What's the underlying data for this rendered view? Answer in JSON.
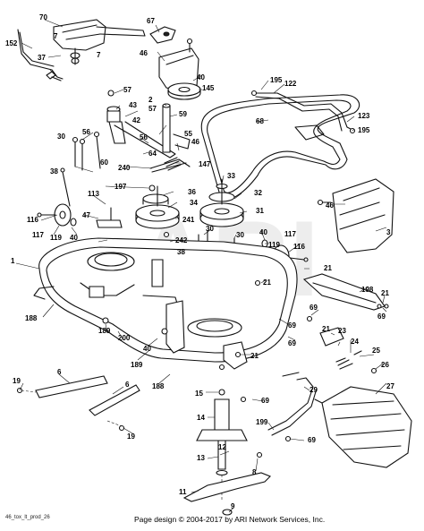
{
  "watermark": "ARI",
  "footer": {
    "code": "46_tox_lt_prod_26",
    "credit": "Page design © 2004-2017 by ARI Network Services, Inc."
  },
  "callouts": {
    "c70": "70",
    "c67": "67",
    "c152": "152",
    "c7a": "7",
    "c7b": "7",
    "c37": "37",
    "c46a": "46",
    "c40a": "40",
    "c145": "145",
    "c57a": "57",
    "c43": "43",
    "c2": "2",
    "c57b": "57",
    "c59": "59",
    "c42": "42",
    "c56a": "56",
    "c56b": "56",
    "c55": "55",
    "c46b": "46",
    "c30a": "30",
    "c60": "60",
    "c64": "64",
    "c147": "147",
    "c240": "240",
    "c38": "38",
    "c197": "197",
    "c195a": "195",
    "c122": "122",
    "c68": "68",
    "c123": "123",
    "c195b": "195",
    "c33": "33",
    "c36": "36",
    "c32": "32",
    "c34": "34",
    "c31": "31",
    "c241": "241",
    "c113": "113",
    "c116a": "116",
    "c47": "47",
    "c117a": "117",
    "c119a": "119",
    "c40b": "40",
    "c242": "242",
    "c30b": "30",
    "c30c": "30",
    "c38b": "38",
    "c40c": "40",
    "c119b": "119",
    "c117b": "117",
    "c116b": "116",
    "c46c": "46",
    "c3": "3",
    "c1": "1",
    "c21a": "21",
    "c21b": "21",
    "c21c": "21",
    "c21d": "21",
    "c198": "198",
    "c69a": "69",
    "c69b": "69",
    "c69c": "69",
    "c69d": "69",
    "c69e": "69",
    "c69f": "69",
    "c23": "23",
    "c24": "24",
    "c25": "25",
    "c26": "26",
    "c27": "27",
    "c188a": "188",
    "c188b": "188",
    "c189a": "189",
    "c189b": "189",
    "c200": "200",
    "c40d": "40",
    "c6a": "6",
    "c6b": "6",
    "c19a": "19",
    "c19b": "19",
    "c15": "15",
    "c14": "14",
    "c13": "13",
    "c29": "29",
    "c199": "199",
    "c12": "12",
    "c11": "11",
    "c9": "9",
    "c8": "8"
  }
}
